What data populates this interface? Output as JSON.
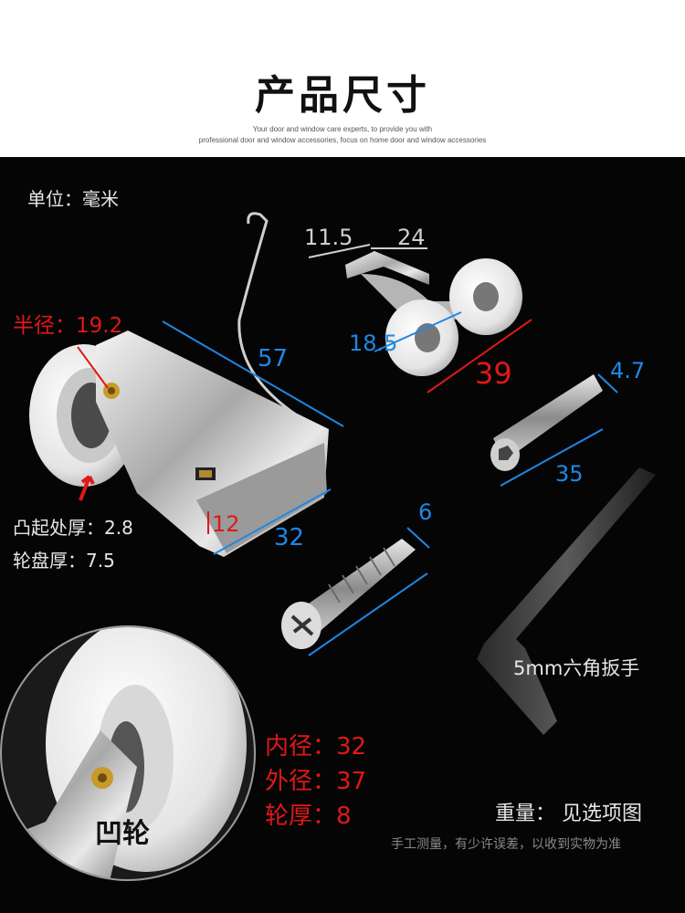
{
  "header": {
    "title": "产品尺寸",
    "subtitle_line1": "Your door and window care experts, to provide you with",
    "subtitle_line2": "professional door and window accessories, focus on home door and window accessories"
  },
  "unit_label": "单位：毫米",
  "pulley": {
    "radius_label": "半径：19.2",
    "length": "57",
    "width": "32",
    "height": "12",
    "bump_thickness_label": "凸起处厚：2.8",
    "wheel_thickness_label": "轮盘厚：7.5"
  },
  "double_wheel": {
    "dim_a": "11.5",
    "dim_b": "24",
    "dim_c": "18.5",
    "dim_d": "39"
  },
  "bolt": {
    "diameter": "4.7",
    "length": "35"
  },
  "screw": {
    "diameter": "6"
  },
  "wrench_label": "5mm六角扳手",
  "concave": {
    "badge": "凹轮",
    "inner_diameter": "内径：32",
    "outer_diameter": "外径：37",
    "wheel_thickness": "轮厚：8"
  },
  "weight_label": "重量：  见选项图",
  "disclaimer": "手工测量，有少许误差，以收到实物为准",
  "colors": {
    "red": "#e01818",
    "blue": "#1e88e5",
    "background": "#050505"
  }
}
